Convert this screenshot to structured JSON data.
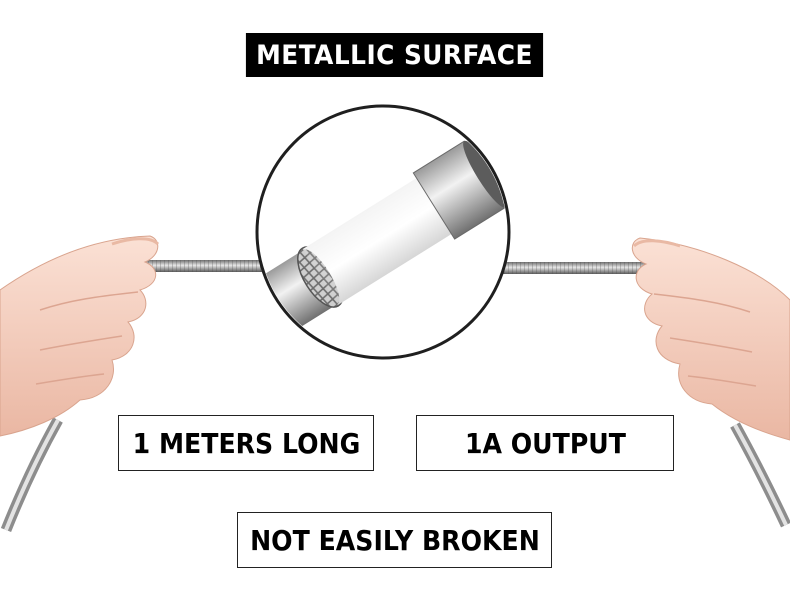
{
  "banner": {
    "title": "METALLIC SURFACE"
  },
  "features": {
    "length": "1 METERS LONG",
    "output": "1A OUTPUT",
    "durability": "NOT EASILY BROKEN"
  },
  "colors": {
    "banner_bg": "#000000",
    "banner_text": "#ffffff",
    "box_border": "#222222",
    "skin": "#f6cfbf",
    "metal": "#b8b8b8"
  },
  "illustration": {
    "left_hand": "hand-pulling-cable-left",
    "right_hand": "hand-pulling-cable-right",
    "cable": "metal-spring-cable",
    "zoom": "magnified-braided-cable-end"
  }
}
